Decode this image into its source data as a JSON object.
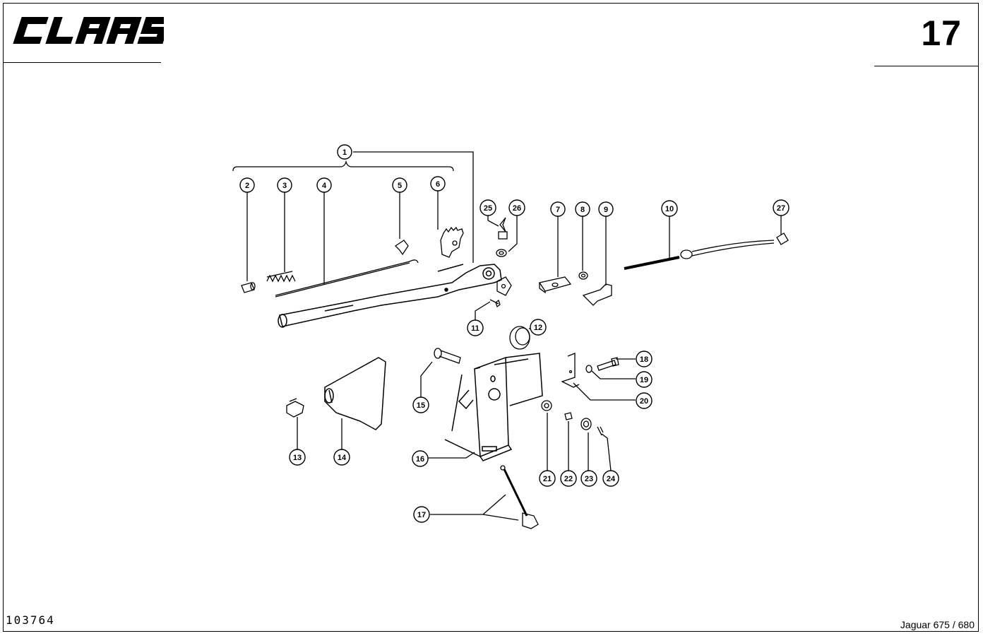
{
  "header": {
    "brand": "CLAAS",
    "page_number": "17"
  },
  "footer": {
    "document_number": "103764",
    "model": "Jaguar 675 / 680"
  },
  "callouts": [
    "1",
    "2",
    "3",
    "4",
    "5",
    "6",
    "7",
    "8",
    "9",
    "10",
    "11",
    "12",
    "13",
    "14",
    "15",
    "16",
    "17",
    "18",
    "19",
    "20",
    "21",
    "22",
    "23",
    "24",
    "25",
    "26",
    "27"
  ]
}
